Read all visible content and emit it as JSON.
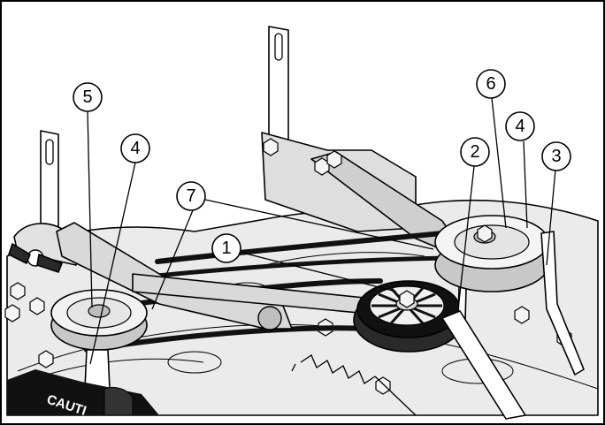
{
  "callouts": [
    {
      "id": "callout-1",
      "label": "1"
    },
    {
      "id": "callout-2",
      "label": "2"
    },
    {
      "id": "callout-3",
      "label": "3"
    },
    {
      "id": "callout-4-right",
      "label": "4"
    },
    {
      "id": "callout-4-left",
      "label": "4"
    },
    {
      "id": "callout-5",
      "label": "5"
    },
    {
      "id": "callout-6",
      "label": "6"
    },
    {
      "id": "callout-7",
      "label": "7"
    }
  ],
  "caution_decal": "CAUTI",
  "colors": {
    "line": "#000000",
    "deck": "#e8e8e8",
    "metal": "#d4d4d4",
    "dark_metal": "#9a9a9a",
    "belt": "#111111",
    "pulley": "#cfcfcf"
  }
}
